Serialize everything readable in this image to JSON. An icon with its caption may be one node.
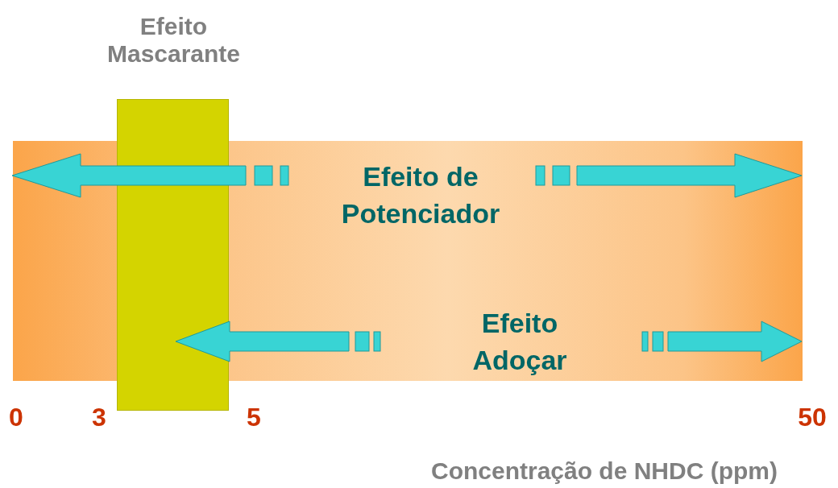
{
  "diagram": {
    "nodes": [
      {
        "text": [
          "Efeito Mascarante"
        ]
      }
    ],
    "labels": [
      "Efeito de Potenciador",
      "Efeito Adoçar",
      "0",
      "3",
      "5",
      "50",
      "Concentração de NHDC (ppm)"
    ]
  }
}
